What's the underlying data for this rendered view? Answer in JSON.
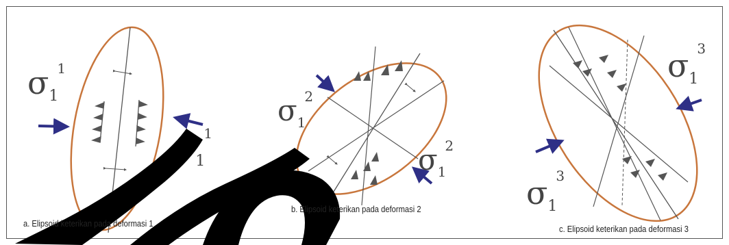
{
  "captions": {
    "a": "a. Elipsoid keterikan pada deformasi 1",
    "b": "b. Elipsoid keterikan pada deformasi 2",
    "c": "c. Elipsoid keterikan pada deformasi 3"
  },
  "stress_labels": {
    "symbol": "σ",
    "subscript": "1",
    "sup_a": "1",
    "sup_b": "2",
    "sup_c": "3"
  },
  "colors": {
    "ellipse": "#c8763c",
    "arrow": "#2e2f86",
    "watermark": "#000000",
    "lines": "#555555"
  }
}
